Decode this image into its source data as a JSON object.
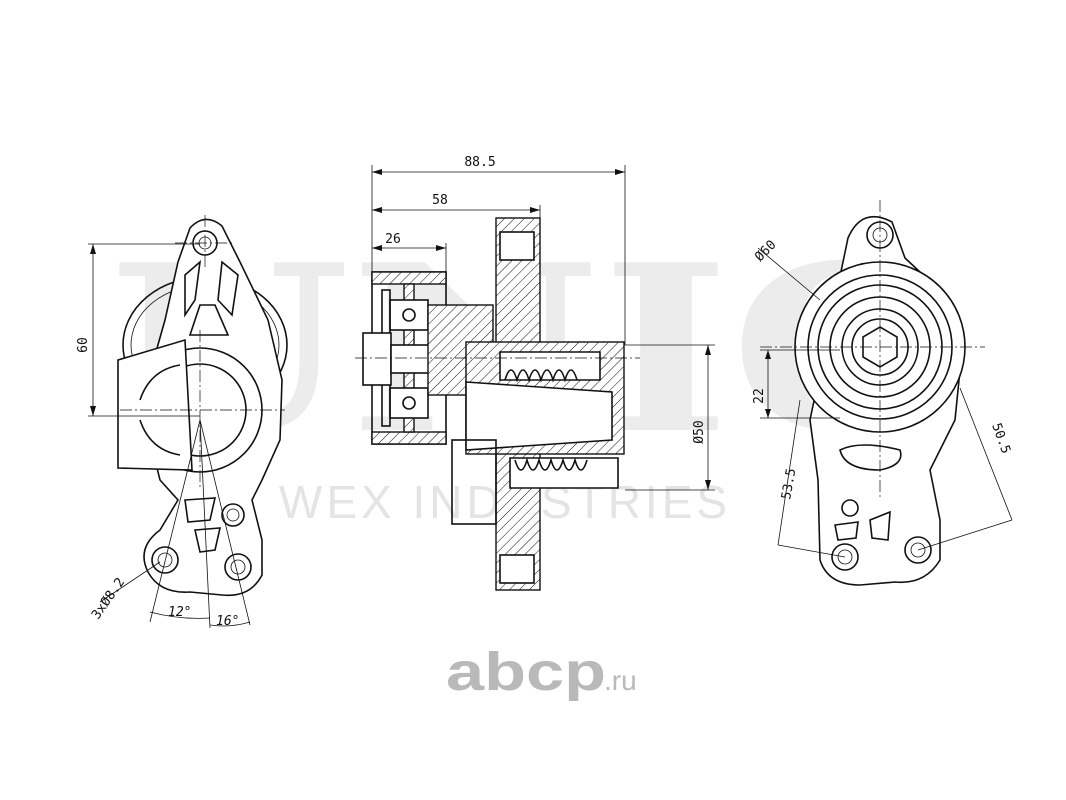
{
  "watermark": {
    "brand": "UNIQ",
    "company": "WEX INDUSTRIES"
  },
  "logo": {
    "name": "abcp",
    "domain": ".ru"
  },
  "dimensions": {
    "overall_length": "88.5",
    "to_flange": "58",
    "pulley_width": "26",
    "height_left": "60",
    "holes": "3xØ8.2",
    "angle_a": "12°",
    "angle_b": "16°",
    "pulley_diameter": "Ø60",
    "offset": "22",
    "shaft_diameter": "Ø50",
    "arm_a": "53.5",
    "arm_b": "50.5"
  },
  "colors": {
    "line": "#111111",
    "watermark": "#ececec",
    "logo": "#b9b9b9"
  }
}
